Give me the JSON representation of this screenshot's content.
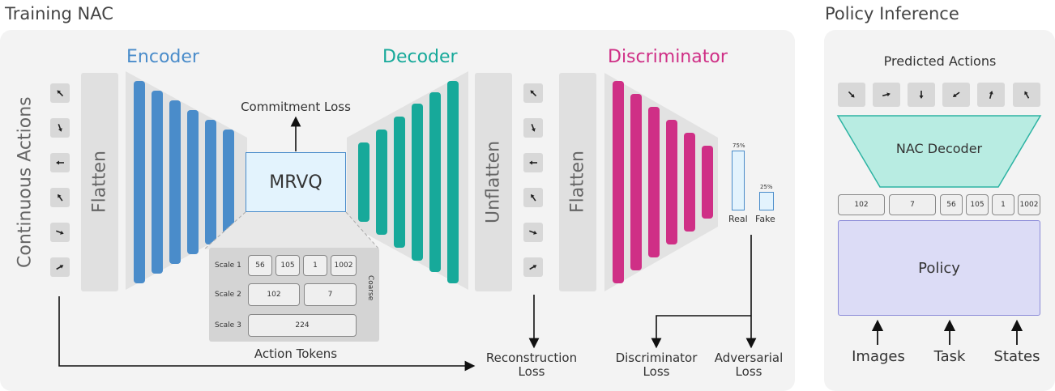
{
  "training": {
    "title": "Training NAC",
    "input_label": "Continuous Actions",
    "flatten_label": "Flatten",
    "encoder_label": "Encoder",
    "decoder_label": "Decoder",
    "commitment_loss": "Commitment Loss",
    "mrvq_label": "MRVQ",
    "unflatten_label": "Unflatten",
    "flatten2_label": "Flatten",
    "discriminator_label": "Discriminator",
    "real_label": "Real",
    "fake_label": "Fake",
    "real_pct": "75%",
    "fake_pct": "25%",
    "scales": [
      {
        "label": "Scale 1",
        "tokens": [
          "56",
          "105",
          "1",
          "1002"
        ]
      },
      {
        "label": "Scale 2",
        "tokens": [
          "102",
          "7"
        ]
      },
      {
        "label": "Scale 3",
        "tokens": [
          "224"
        ]
      }
    ],
    "coarse_label": "Coarse",
    "action_tokens_label": "Action Tokens",
    "reconstruction_loss_line1": "Reconstruction",
    "reconstruction_loss_line2": "Loss",
    "discriminator_loss_line1": "Discriminator",
    "discriminator_loss_line2": "Loss",
    "adversarial_loss_line1": "Adversarial",
    "adversarial_loss_line2": "Loss"
  },
  "inference": {
    "title": "Policy Inference",
    "predicted_actions_label": "Predicted Actions",
    "nac_decoder_label": "NAC Decoder",
    "tokens": [
      "102",
      "7",
      "56",
      "105",
      "1",
      "1002"
    ],
    "policy_label": "Policy",
    "inputs": [
      "Images",
      "Task",
      "States"
    ]
  },
  "colors": {
    "encoder": "#4a8cca",
    "decoder": "#17a99a",
    "discriminator": "#cf2f86",
    "mrvq_fill": "#e3f3fd",
    "mrvq_border": "#4a8cca",
    "nac_decoder_fill": "#b8ece2",
    "policy_fill": "#dcdcf6",
    "policy_border": "#8a8ad8"
  },
  "icons": {
    "action_arrow": "arrow-icon",
    "up_arrow": "up-arrow-icon"
  }
}
